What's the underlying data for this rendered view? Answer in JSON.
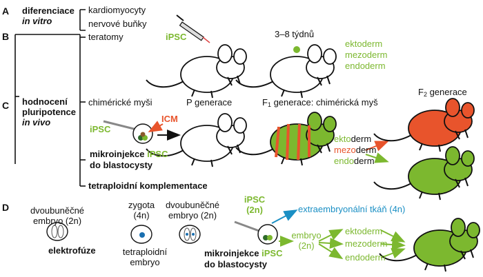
{
  "section_letters": {
    "a": "A",
    "b": "B",
    "c": "C",
    "d": "D"
  },
  "a": {
    "line1": "diferenciace",
    "line2": "in vitro",
    "item1": "kardiomyocyty",
    "item2": "nervové buňky"
  },
  "b": {
    "label": "teratomy",
    "ipsc": "iPSC",
    "time": "3–8 týdnů",
    "layers": [
      "ektoderm",
      "mezoderm",
      "endoderm"
    ]
  },
  "c": {
    "line1": "hodnocení",
    "line2": "pluripotence",
    "line3": "in vivo",
    "chimeric": "chimérické myši",
    "p_generation": "P generace",
    "f1_prefix": "F",
    "f1_sub": "1",
    "f1_suffix": " generace: chimérická myš",
    "f2_prefix": "F",
    "f2_sub": "2",
    "f2_suffix": " generace",
    "ipsc": "iPSC",
    "icm": "ICM",
    "microinjection_1": "mikroinjekce ",
    "microinjection_ipsc": "iPSC",
    "microinjection_2": "do blastocysty",
    "germ": [
      {
        "prefix": "ekto",
        "suffix": "derm"
      },
      {
        "prefix": "mezo",
        "suffix": "derm"
      },
      {
        "prefix": "endo",
        "suffix": "derm"
      }
    ],
    "tetraploid": "tetraploidní komplementace"
  },
  "d": {
    "two_cell_1": "dvoubuněčné",
    "two_cell_1b": "embryo (2n)",
    "zygote": "zygota",
    "zygote_n": "(4n)",
    "two_cell_2": "dvoubuněčné",
    "two_cell_2b": "embryo (2n)",
    "ipsc": "iPSC",
    "ipsc_n": "(2n)",
    "extra": "extraembryonální tkáň (4n)",
    "electrofusion": "elektrofúze",
    "tetraploid_1": "tetraploidní",
    "tetraploid_2": "embryo",
    "microinjection_1": "mikroinjekce ",
    "microinjection_ipsc": "iPSC",
    "microinjection_2": "do blastocysty",
    "embryo": "embryo",
    "embryo_n": "(2n)",
    "layers": [
      "ektoderm",
      "mezoderm",
      "endoderm"
    ]
  },
  "colors": {
    "green": "#7cb82f",
    "orange": "#e8542c",
    "blue": "#1a8fc4"
  }
}
